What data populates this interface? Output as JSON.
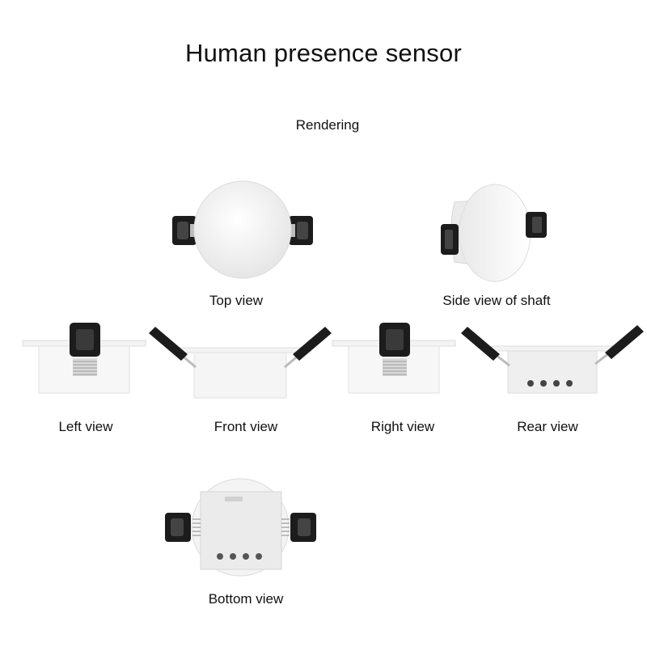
{
  "title": "Human presence sensor",
  "subtitle": "Rendering",
  "views": {
    "top": "Top view",
    "side": "Side view of shaft",
    "left": "Left view",
    "front": "Front view",
    "right": "Right view",
    "rear": "Rear view",
    "bottom": "Bottom view"
  }
}
